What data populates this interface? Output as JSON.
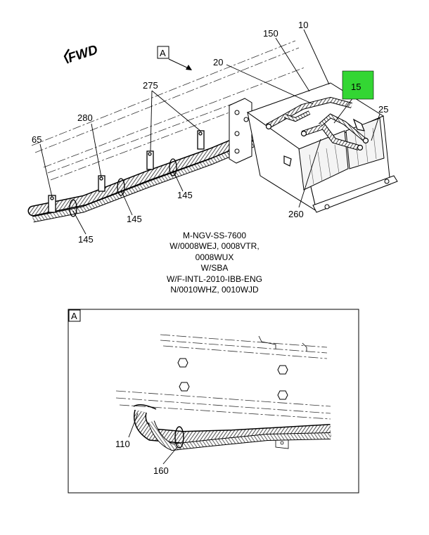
{
  "top_view": {
    "fwd_label": "FWD",
    "view_tag": "A",
    "callouts": {
      "c150": "150",
      "c10": "10",
      "c20": "20",
      "c15": "15",
      "c25": "25",
      "c275": "275",
      "c280": "280",
      "c65": "65",
      "c145a": "145",
      "c145b": "145",
      "c145c": "145",
      "c260": "260"
    },
    "highlight_color": "#33d633"
  },
  "caption_lines": [
    "M-NGV-SS-7600",
    "W/0008WEJ, 0008VTR,",
    "0008WUX",
    "W/SBA",
    "W/F-INTL-2010-IBB-ENG",
    "N/0010WHZ, 0010WJD"
  ],
  "detail_view": {
    "view_tag": "A",
    "callouts": {
      "c110": "110",
      "c160": "160"
    }
  }
}
